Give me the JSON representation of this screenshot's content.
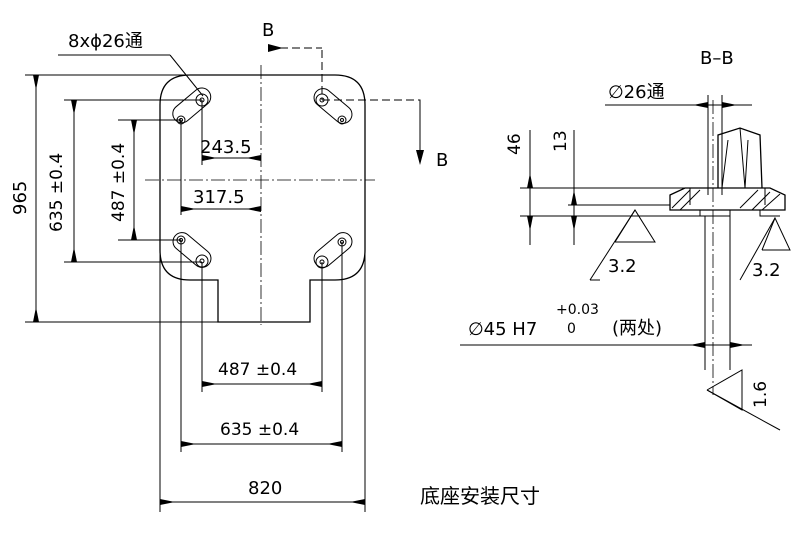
{
  "labels": {
    "holes": "8xϕ26通",
    "section_marker": "B",
    "section_marker_2": "B",
    "section_title": "B–B",
    "hole_through": "∅26通",
    "height_965": "965",
    "height_635": "635 ±0.4",
    "height_487": "487 ±0.4",
    "dim_243": "243.5",
    "dim_317": "317.5",
    "width_487": "487 ±0.4",
    "width_635": "635 ±0.4",
    "width_820": "820",
    "dim_46": "46",
    "dim_13": "13",
    "rough_1": "3.2",
    "rough_2": "3.2",
    "rough_3": "1.6",
    "bore_fit": "∅45 H7",
    "tol_upper": "+0.03",
    "tol_lower": "0",
    "bore_note": "(两处)",
    "caption": "底座安装尺寸"
  }
}
